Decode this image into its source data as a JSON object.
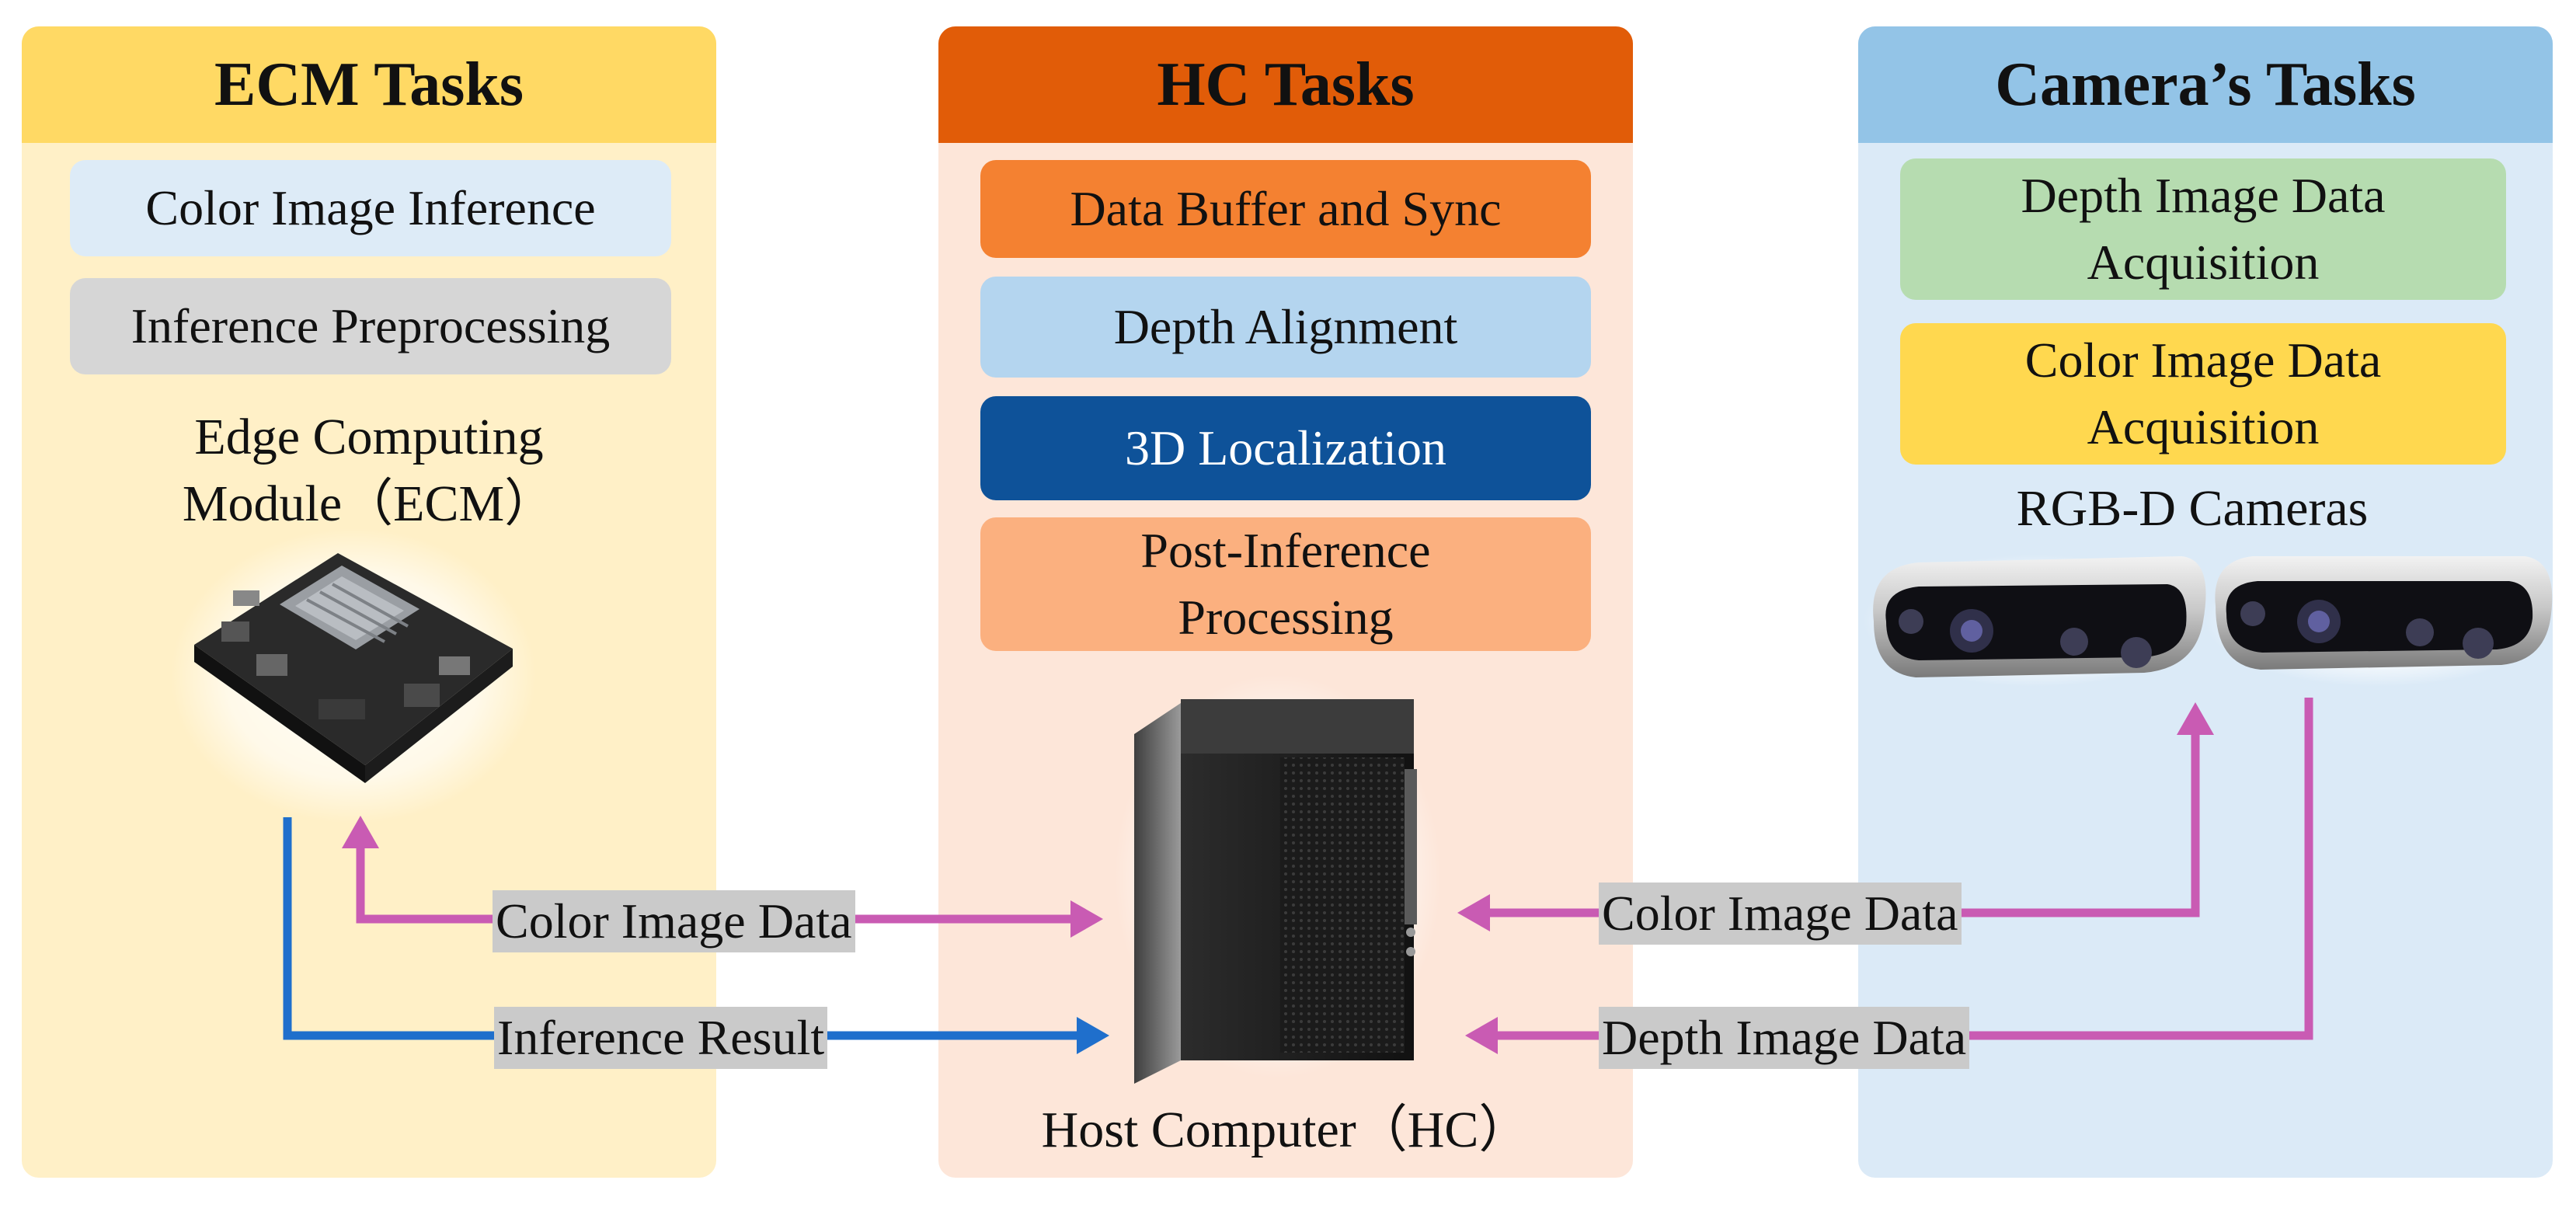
{
  "ecm": {
    "title": "ECM Tasks",
    "tasks": [
      "Color Image Inference",
      "Inference Preprocessing"
    ],
    "device_line1": "Edge Computing",
    "device_line2": "Module（ECM）"
  },
  "hc": {
    "title": "HC Tasks",
    "tasks": [
      "Data Buffer and Sync",
      "Depth Alignment",
      "3D Localization",
      "Post-Inference",
      "Processing"
    ],
    "device_label": "Host Computer（HC）"
  },
  "camera": {
    "title": "Camera’s Tasks",
    "tasks": [
      "Depth Image Data",
      "Acquisition",
      "Color Image Data",
      "Acquisition"
    ],
    "device_label": "RGB-D Cameras"
  },
  "flows": {
    "ecm_color": "Color Image Data",
    "ecm_inference": "Inference Result",
    "cam_color": "Color Image Data",
    "cam_depth": "Depth Image Data"
  },
  "colors": {
    "magenta_arrow": "#c95bb3",
    "blue_arrow": "#1f6fcc",
    "ecm_header": "#ffd964",
    "hc_header": "#e15c08",
    "camera_header": "#93c4e7"
  }
}
